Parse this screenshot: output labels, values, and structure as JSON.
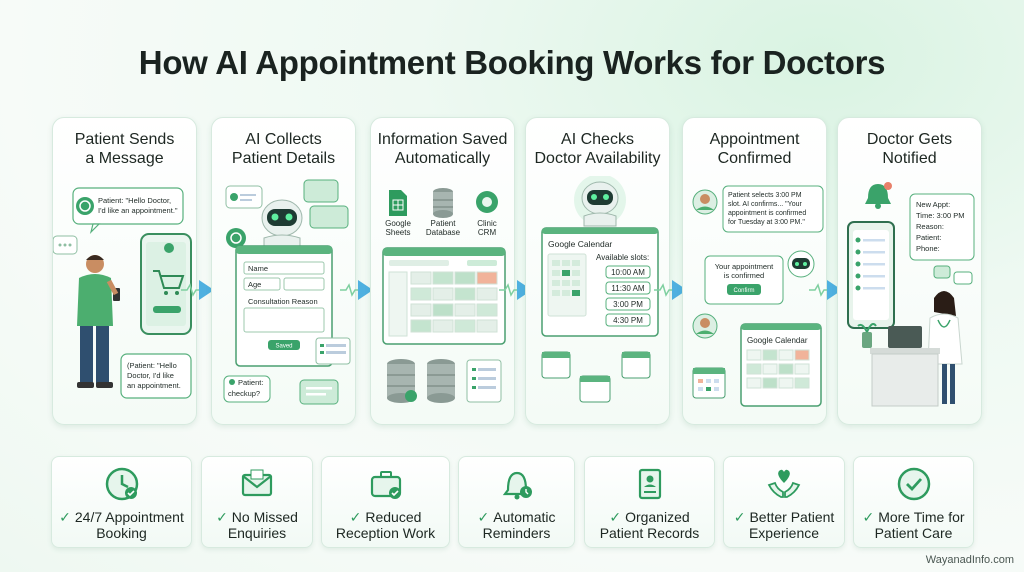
{
  "title": "How AI Appointment Booking Works for Doctors",
  "colors": {
    "accent": "#3aa36a",
    "accent_light": "#cdebd8",
    "arrow": "#4fb0e0",
    "card_border": "#d7eadf"
  },
  "steps": [
    {
      "title_line1": "Patient Sends",
      "title_line2": "a Message",
      "bubble_top": "Patient: \"Hello Doctor, I'd like an appointment.\"",
      "bubble_top_l1": "Patient: \"Hello Doctor,",
      "bubble_top_l2": "I'd like an appointment.\"",
      "bubble_bottom_l1": "(Patient: \"Hello",
      "bubble_bottom_l2": "Doctor, I'd like",
      "bubble_bottom_l3": "an appointment.",
      "icons": [
        "whatsapp-icon",
        "phone-icon",
        "shopping-cart-icon",
        "person-icon"
      ]
    },
    {
      "title_line1": "AI Collects",
      "title_line2": "Patient Details",
      "field_name": "Name",
      "field_age": "Age",
      "field_reason": "Consultation Reason",
      "submit": "Saved",
      "bubble_l1": "Patient:",
      "bubble_l2": "checkup?",
      "icons": [
        "robot-icon",
        "whatsapp-icon",
        "chat-icon",
        "form-icon"
      ]
    },
    {
      "title_line1": "Information Saved",
      "title_line2": "Automatically",
      "tool1_l1": "Google",
      "tool1_l2": "Sheets",
      "tool2_l1": "Patient",
      "tool2_l2": "Database",
      "tool3_l1": "Clinic",
      "tool3_l2": "CRM",
      "icons": [
        "sheets-icon",
        "database-icon",
        "gear-icon",
        "spreadsheet-icon"
      ]
    },
    {
      "title_line1": "AI Checks",
      "title_line2": "Doctor Availability",
      "calendar_title": "Google Calendar",
      "slots_title": "Available slots:",
      "slots": [
        "10:00 AM",
        "11:30 AM",
        "3:00 PM",
        "4:30 PM"
      ],
      "icons": [
        "robot-icon",
        "calendar-icon"
      ]
    },
    {
      "title_line1": "Appointment",
      "title_line2": "Confirmed",
      "bubble_l1": "Patient selects 3:00 PM",
      "bubble_l2": "slot. AI confirms... \"Your",
      "bubble_l3": "appointment is confirmed",
      "bubble_l4": "for Tuesday at 3:00 PM.\"",
      "confirm_l1": "Your appointment",
      "confirm_l2": "is confirmed",
      "confirm_button": "Confirm",
      "calendar_title": "Google Calendar",
      "icons": [
        "avatar-icon",
        "robot-icon",
        "calendar-icon"
      ]
    },
    {
      "title_line1": "Doctor Gets",
      "title_line2": "Notified",
      "note_l1": "New Appt:",
      "note_l2": "Time: 3:00 PM",
      "note_l3": "Reason:",
      "note_l4": "Patient:",
      "note_l5": "Phone:",
      "icons": [
        "bell-icon",
        "tablet-icon",
        "doctor-icon"
      ]
    }
  ],
  "benefits": [
    {
      "l1": "24/7 Appointment",
      "l2": "Booking",
      "icon": "clock-icon"
    },
    {
      "l1": "No Missed",
      "l2": "Enquiries",
      "icon": "envelope-icon"
    },
    {
      "l1": "Reduced",
      "l2": "Reception Work",
      "icon": "briefcase-icon"
    },
    {
      "l1": "Automatic",
      "l2": "Reminders",
      "icon": "bell-icon"
    },
    {
      "l1": "Organized",
      "l2": "Patient Records",
      "icon": "record-icon"
    },
    {
      "l1": "Better Patient",
      "l2": "Experience",
      "icon": "heart-hands-icon"
    },
    {
      "l1": "More Time for",
      "l2": "Patient Care",
      "icon": "clock-check-icon"
    }
  ],
  "credit": "WayanadInfo.com"
}
